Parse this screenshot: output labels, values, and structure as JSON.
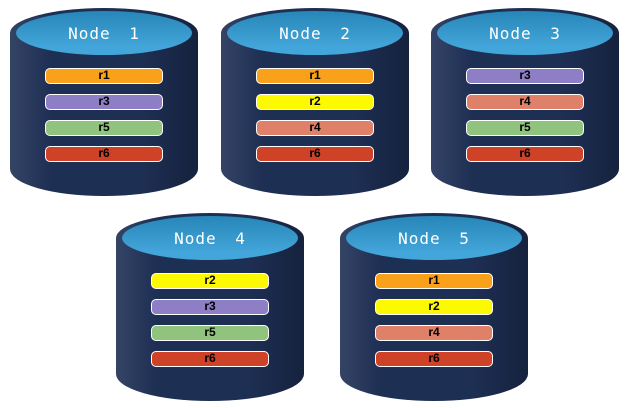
{
  "diagram": {
    "description": "Five database nodes with replicated partitions"
  },
  "colors": {
    "background": "#FFFFFF",
    "cylinder_body": "#1E2F54",
    "cylinder_top": "#2E9CD6",
    "title_text": "#FFFFFF",
    "bar_text": "#000000",
    "bar_border": "#FFFFFF",
    "replica_colors": {
      "r1": "#F9A11B",
      "r2": "#FDF900",
      "r3": "#8D7EC6",
      "r4": "#DF8069",
      "r5": "#90C47E",
      "r6": "#CE4227"
    }
  },
  "nodes": [
    {
      "label": "Node 1",
      "replicas": [
        "r1",
        "r3",
        "r5",
        "r6"
      ]
    },
    {
      "label": "Node 2",
      "replicas": [
        "r1",
        "r2",
        "r4",
        "r6"
      ]
    },
    {
      "label": "Node 3",
      "replicas": [
        "r3",
        "r4",
        "r5",
        "r6"
      ]
    },
    {
      "label": "Node 4",
      "replicas": [
        "r2",
        "r3",
        "r5",
        "r6"
      ]
    },
    {
      "label": "Node 5",
      "replicas": [
        "r1",
        "r2",
        "r4",
        "r6"
      ]
    }
  ]
}
